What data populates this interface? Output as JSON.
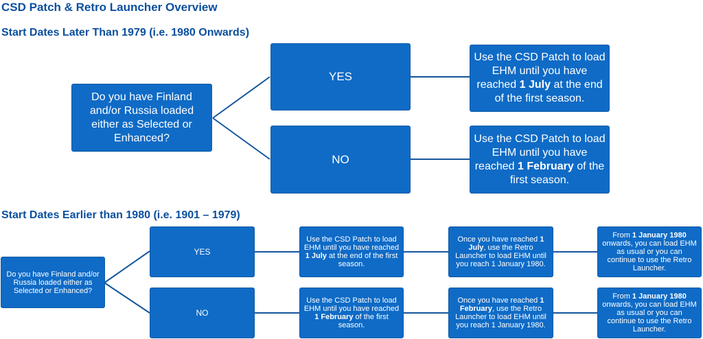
{
  "title": "CSD Patch & Retro Launcher Overview",
  "section1": {
    "title": "Start Dates Later Than 1979 (i.e. 1980 Onwards)",
    "question": "Do you have Finland and/or Russia loaded either as Selected or Enhanced?",
    "yes_label": "YES",
    "no_label": "NO",
    "yes_result": {
      "pre": "Use the CSD Patch to load EHM until you have reached ",
      "bold": "1 July",
      "post": " at the end of the first season."
    },
    "no_result": {
      "pre": "Use the CSD Patch to load EHM until you have reached ",
      "bold": "1 February",
      "post": " of the first season."
    }
  },
  "section2": {
    "title": "Start Dates Earlier than 1980 (i.e. 1901 – 1979)",
    "question": "Do you have Finland and/or Russia loaded either as Selected or Enhanced?",
    "yes_label": "YES",
    "no_label": "NO",
    "yes_step1": {
      "pre": "Use the CSD Patch to load EHM until you have reached ",
      "bold": "1 July",
      "post": " at the end of the first season."
    },
    "yes_step2": {
      "pre": "Once you have reached ",
      "bold": "1 July",
      "post": ", use the Retro Launcher to load EHM until you reach 1 January 1980."
    },
    "yes_step3": {
      "pre": "From ",
      "bold": "1 January 1980",
      "post": " onwards, you can load EHM as usual or you can continue to use the Retro Launcher."
    },
    "no_step1": {
      "pre": "Use the CSD Patch to load EHM until you have reached ",
      "bold": "1 February",
      "post": " of the first season."
    },
    "no_step2": {
      "pre": "Once you have reached ",
      "bold": "1 February",
      "post": ", use the Retro Launcher to load EHM until you reach 1 January 1980."
    },
    "no_step3": {
      "pre": "From ",
      "bold": "1 January 1980",
      "post": " onwards, you can load EHM as usual or you can continue to use the Retro Launcher."
    }
  },
  "colors": {
    "box_fill": "#0f6bc6",
    "heading": "#0b4f9e",
    "connector": "#14569c"
  }
}
